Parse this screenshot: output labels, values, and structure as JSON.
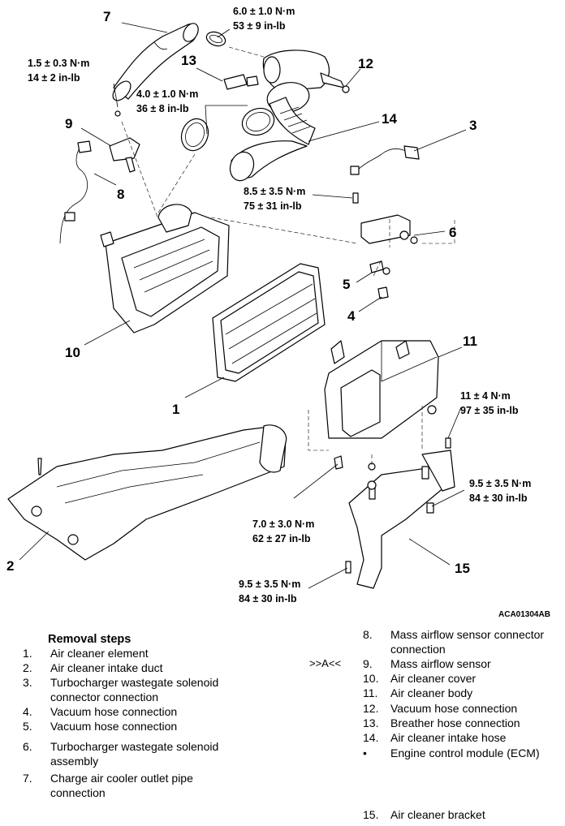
{
  "figure": {
    "ref_code": "ACA01304AB",
    "callouts": [
      "1",
      "2",
      "3",
      "4",
      "5",
      "6",
      "7",
      "8",
      "9",
      "10",
      "11",
      "12",
      "13",
      "14",
      "15"
    ],
    "torques": [
      {
        "nm": "6.0 ± 1.0 N·m",
        "inlb": "53 ± 9 in-lb"
      },
      {
        "nm": "1.5 ± 0.3 N·m",
        "inlb": "14 ± 2 in-lb"
      },
      {
        "nm": "4.0 ± 1.0 N·m",
        "inlb": "36 ± 8 in-lb"
      },
      {
        "nm": "8.5 ± 3.5 N·m",
        "inlb": "75 ± 31 in-lb"
      },
      {
        "nm": "11 ± 4 N·m",
        "inlb": "97 ± 35 in-lb"
      },
      {
        "nm": "9.5 ± 3.5 N·m",
        "inlb": "84 ± 30 in-lb"
      },
      {
        "nm": "7.0 ± 3.0 N·m",
        "inlb": "62 ± 27 in-lb"
      },
      {
        "nm": "9.5 ± 3.5 N·m",
        "inlb": "84 ± 30 in-lb"
      }
    ]
  },
  "removal": {
    "heading": "Removal steps",
    "operation_mark": ">>A<<",
    "steps": [
      {
        "num": "1.",
        "text": "Air cleaner element"
      },
      {
        "num": "2.",
        "text": "Air cleaner intake duct"
      },
      {
        "num": "3.",
        "text": "Turbocharger wastegate solenoid",
        "text2": "connector connection"
      },
      {
        "num": "4.",
        "text": "Vacuum hose connection"
      },
      {
        "num": "5.",
        "text": "Vacuum hose connection"
      },
      {
        "num": "6.",
        "text": "Turbocharger wastegate solenoid",
        "text2": "assembly"
      },
      {
        "num": "7.",
        "text": "Charge air cooler outlet pipe",
        "text2": "connection"
      },
      {
        "num": "8.",
        "text": "Mass airflow sensor connector",
        "text2": "connection"
      },
      {
        "num": "9.",
        "text": "Mass airflow sensor"
      },
      {
        "num": "10.",
        "text": "Air cleaner cover"
      },
      {
        "num": "11.",
        "text": "Air cleaner body"
      },
      {
        "num": "12.",
        "text": "Vacuum hose connection"
      },
      {
        "num": "13.",
        "text": "Breather hose connection"
      },
      {
        "num": "14.",
        "text": "Air cleaner intake hose"
      },
      {
        "num": "•",
        "text": "Engine control module (ECM)"
      },
      {
        "num": "15.",
        "text": "Air cleaner bracket"
      }
    ]
  }
}
